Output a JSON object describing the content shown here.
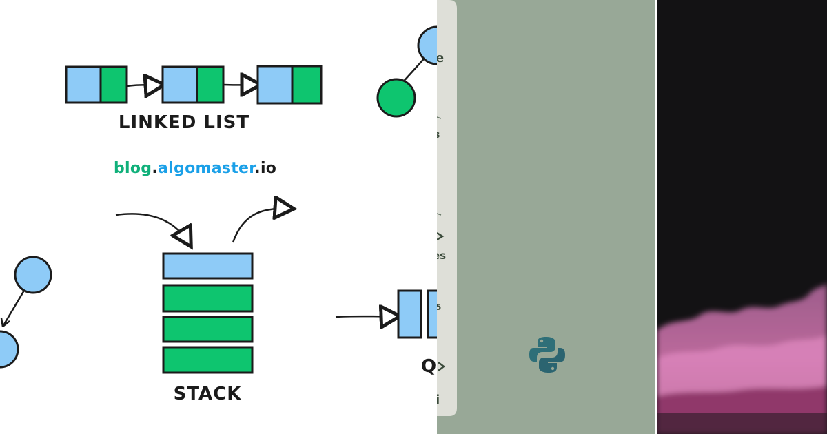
{
  "left_panel": {
    "linked_list_label": "LINKED LIST",
    "stack_label": "STACK",
    "site": {
      "part1": "blog",
      "dot1": ".",
      "part2": "algomaster",
      "dot2": ".",
      "part3": "io"
    },
    "queue_fragment": "Q",
    "colors": {
      "blue": "#8ecbf7",
      "green": "#0ec56f",
      "teal": "#10b07a",
      "site_blue": "#1aa0e8",
      "ink": "#1b1b1b"
    }
  },
  "middle_panel": {
    "background": "#98a897",
    "card_fragments": [
      "e",
      "s",
      "es",
      "5",
      "i"
    ],
    "icon": "python-logo-icon"
  },
  "right_panel": {
    "background": "#131214",
    "image": "pink-smoke-cloud"
  }
}
